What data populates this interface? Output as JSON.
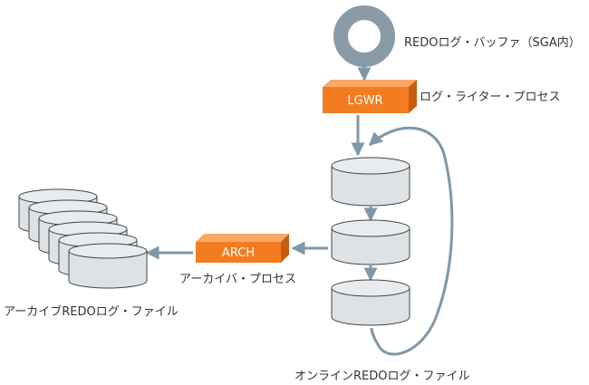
{
  "labels": {
    "redo_buffer": "REDOログ・バッファ（SGA内）",
    "lgwr_process": "ログ・ライター・プロセス",
    "arch_process": "アーカイバ・プロセス",
    "archive_files": "アーカイブREDOログ・ファイル",
    "online_files": "オンラインREDOログ・ファイル"
  },
  "processes": {
    "lgwr": "LGWR",
    "arch": "ARCH"
  },
  "colors": {
    "process_orange": "#f47c20",
    "process_orange_dark": "#c85c0c",
    "ring": "#8a9ba8",
    "arrow": "#7f97a6",
    "cyl_fill": "#dde2e6",
    "cyl_stroke": "#444444"
  }
}
